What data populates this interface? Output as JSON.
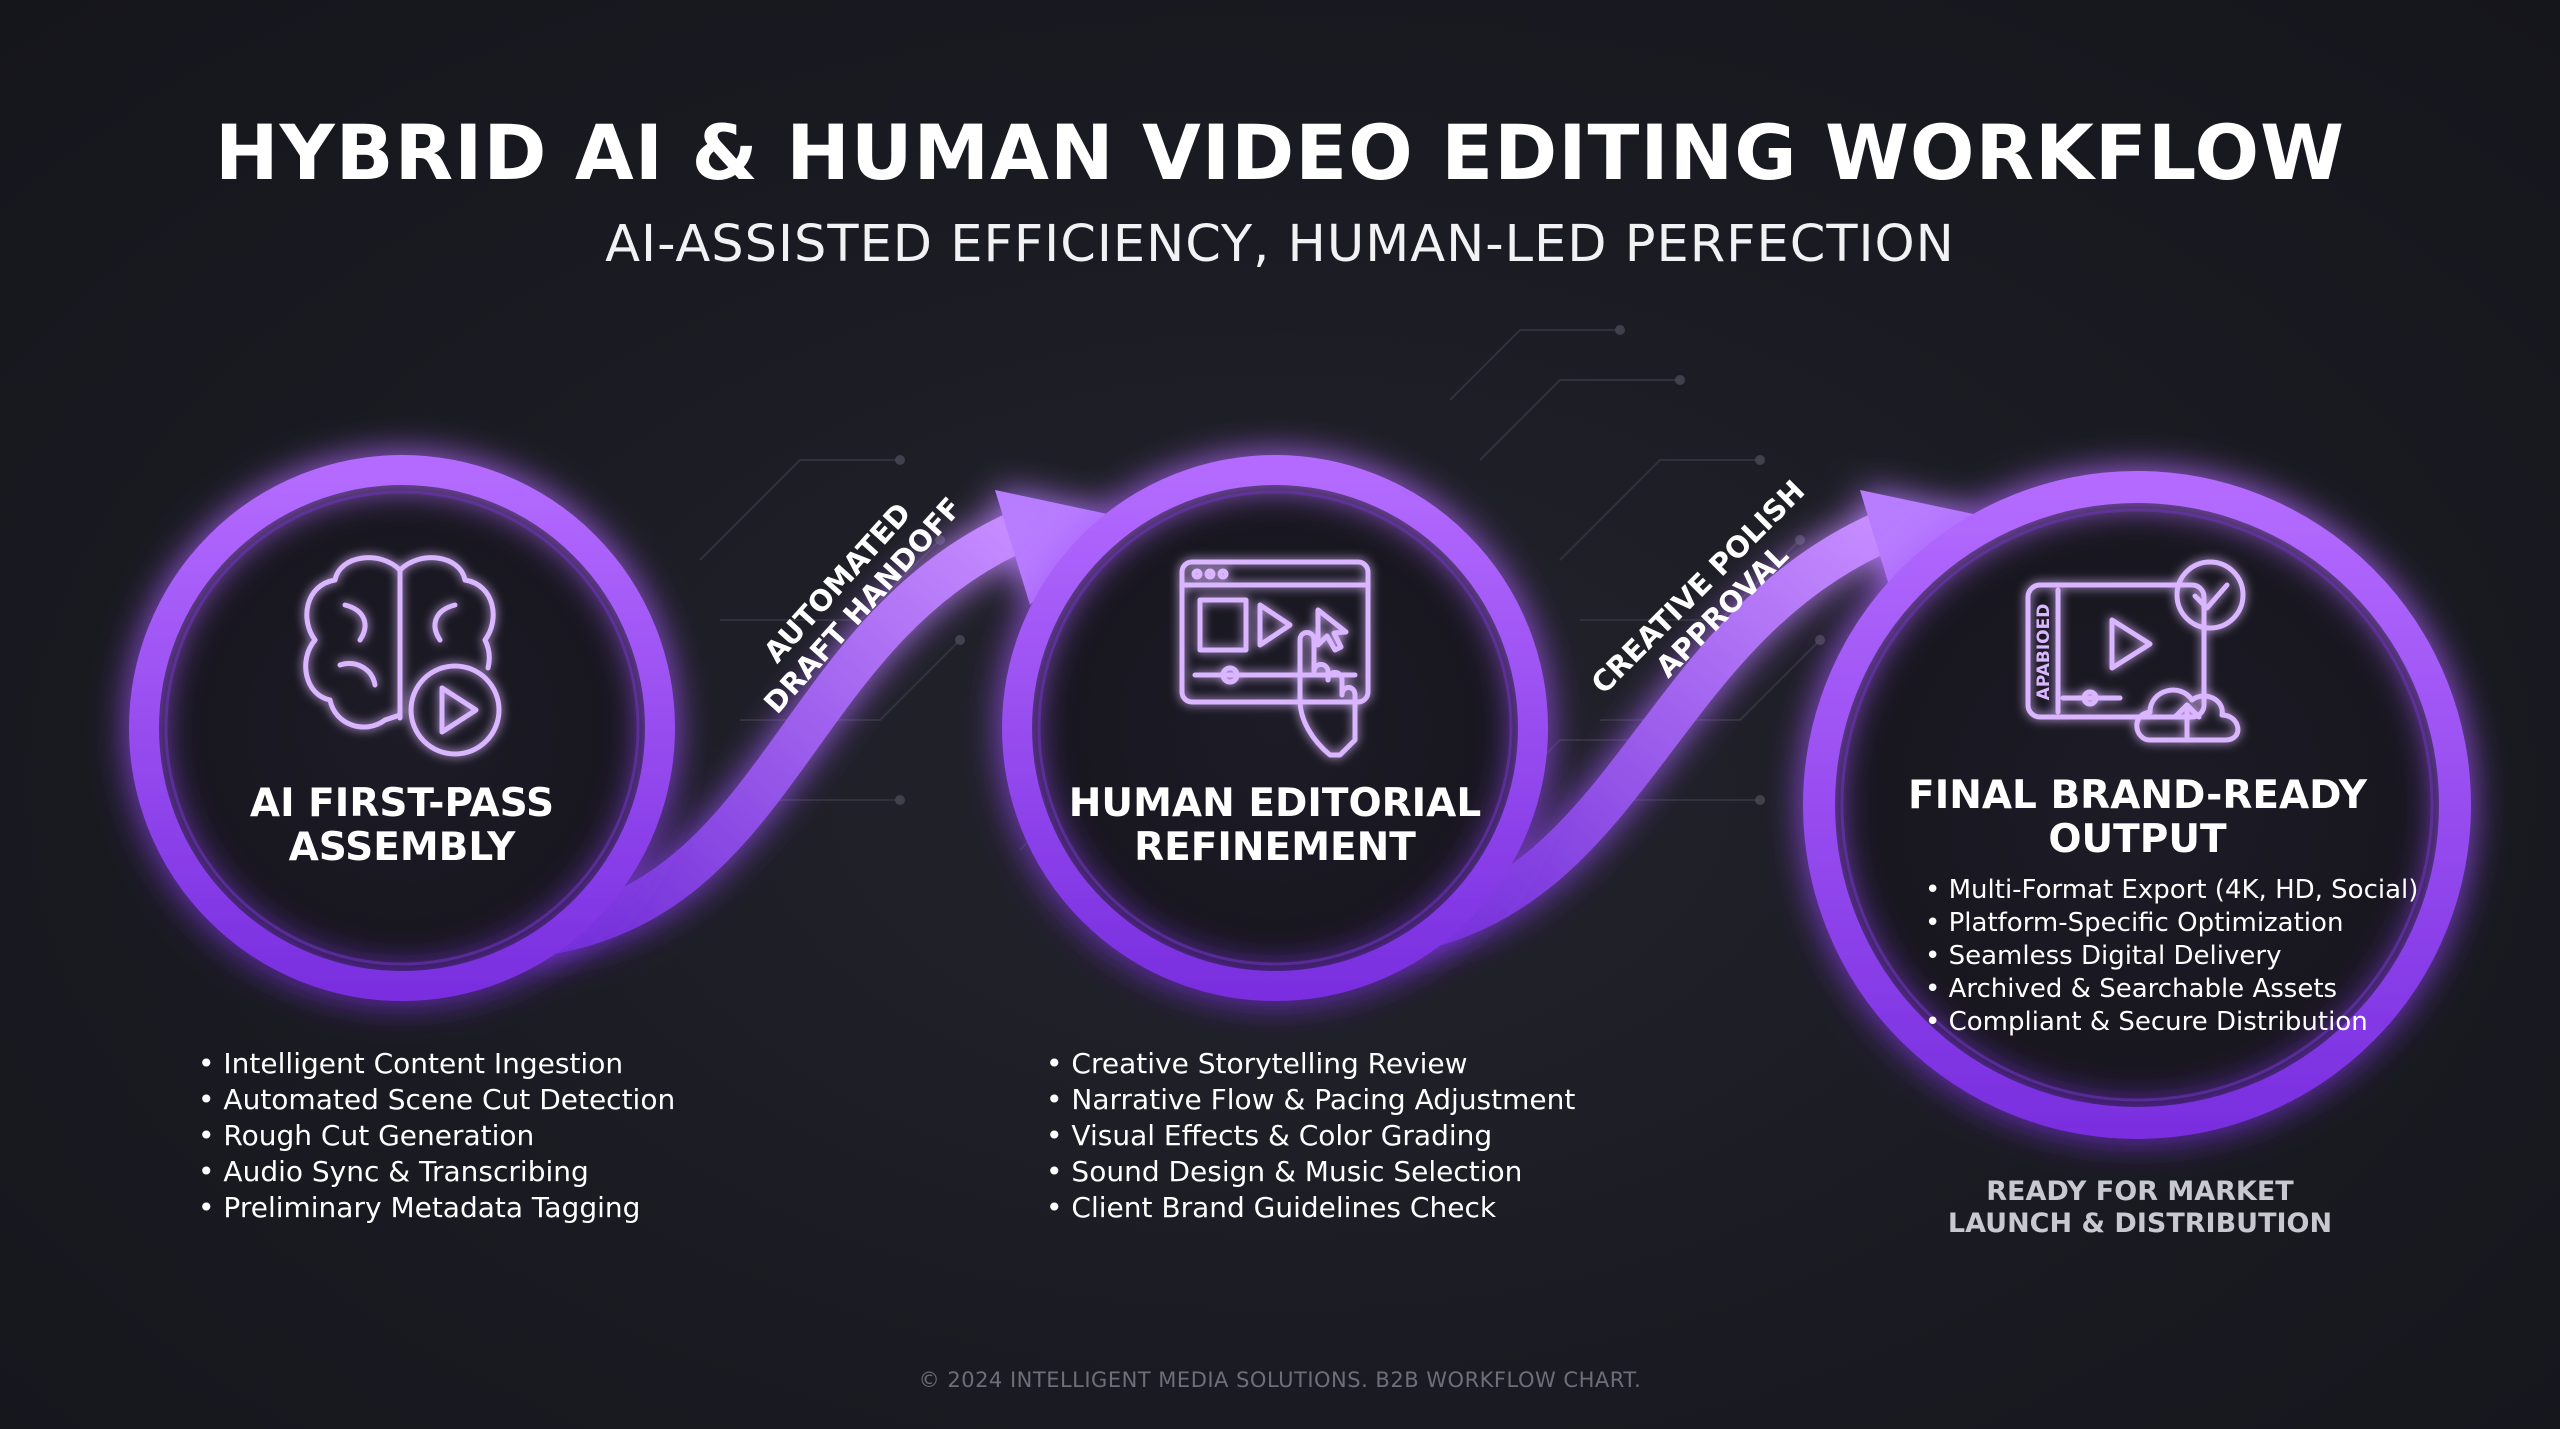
{
  "header": {
    "title": "HYBRID AI & HUMAN VIDEO EDITING WORKFLOW",
    "subtitle": "AI-ASSISTED EFFICIENCY, HUMAN-LED PERFECTION"
  },
  "colors": {
    "background": "#1a1b22",
    "accent": "#9b4dff",
    "accent_light": "#c88dff",
    "icon_stroke": "#d9b6ff"
  },
  "stages": [
    {
      "title": "AI FIRST-PASS\nASSEMBLY",
      "icon": "brain-play-icon",
      "bullets": [
        "Intelligent Content Ingestion",
        "Automated Scene Cut Detection",
        "Rough Cut Generation",
        "Audio Sync & Transcribing",
        "Preliminary Metadata Tagging"
      ]
    },
    {
      "title": "HUMAN EDITORIAL\nREFINEMENT",
      "icon": "video-editor-touch-icon",
      "bullets": [
        "Creative Storytelling Review",
        "Narrative Flow & Pacing Adjustment",
        "Visual Effects & Color Grading",
        "Sound Design & Music Selection",
        "Client Brand Guidelines Check"
      ]
    },
    {
      "title": "FINAL BRAND-READY\nOUTPUT",
      "icon": "video-cloud-approved-icon",
      "icon_label": "APABIOED",
      "bullets": [
        "Multi-Format Export (4K, HD, Social)",
        "Platform-Specific Optimization",
        "Seamless Digital Delivery",
        "Archived & Searchable Assets",
        "Compliant & Secure Distribution"
      ]
    }
  ],
  "connectors": [
    {
      "label": "AUTOMATED\nDRAFT HANDOFF"
    },
    {
      "label": "CREATIVE POLISH\nAPPROVAL"
    }
  ],
  "ready_note": "READY FOR MARKET\nLAUNCH & DISTRIBUTION",
  "footer": "© 2024 INTELLIGENT MEDIA SOLUTIONS. B2B WORKFLOW CHART."
}
